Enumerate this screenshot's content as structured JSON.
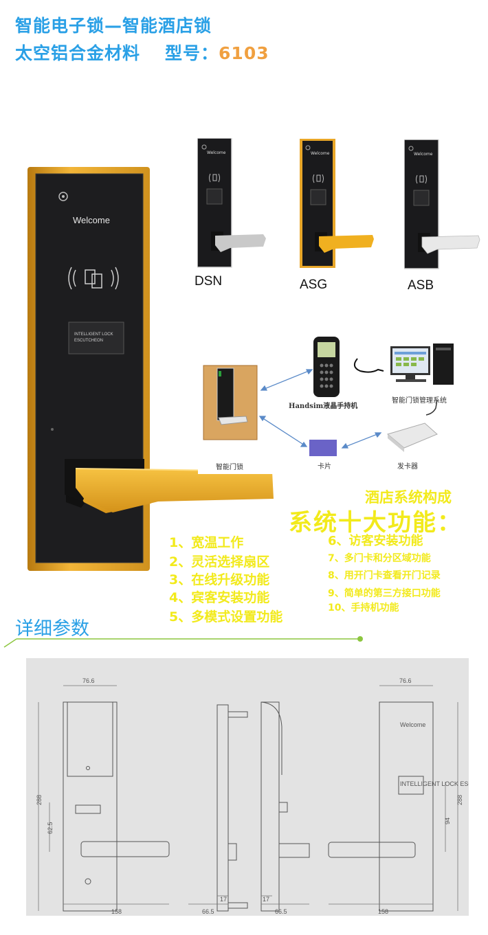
{
  "header": {
    "line1": "智能电子锁—智能酒店锁",
    "line2_left": "太空铝合金材料",
    "model_label": "型号：",
    "model_number": "6103"
  },
  "main_lock": {
    "welcome": "Welcome",
    "plate_line1": "INTELLIGENT LOCK",
    "plate_line2": "ESCUTCHEON"
  },
  "variants": [
    {
      "label": "DSN",
      "welcome": "Welcome",
      "handle_color": "#c9c9c9",
      "frame_color": "#d8d8d8"
    },
    {
      "label": "ASG",
      "welcome": "Welcome",
      "handle_color": "#f0b020",
      "frame_color": "#e8a628"
    },
    {
      "label": "ASB",
      "welcome": "Welcome",
      "handle_color": "#e8e8e8",
      "frame_color": "#cfcfcf"
    }
  ],
  "diagram": {
    "door_lock": "智能门锁",
    "handheld": "Handsim液晶手持机",
    "management": "智能门锁管理系统",
    "card": "卡片",
    "issuer": "发卡器"
  },
  "functions": {
    "system_title": "酒店系统构成",
    "title": "系统十大功能：",
    "left": [
      "1、宽温工作",
      "2、灵活选择扇区",
      "3、在线升级功能",
      "4、宾客安装功能",
      "5、多模式设置功能"
    ],
    "right": [
      "6、访客安装功能",
      "7、多门卡和分区域功能",
      "8、用开门卡查看开门记录",
      "9、简单的第三方接口功能",
      "10、手持机功能"
    ]
  },
  "section": {
    "title": "详细参数"
  },
  "drawing": {
    "width_top_left": "76.6",
    "width_top_right": "76.6",
    "height_left": "288",
    "height_right": "288",
    "inner_left": "62.5",
    "inner_right": "94",
    "bottom_left": "158",
    "bottom_side1": "66.5",
    "bottom_side2": "66.5",
    "bottom_right": "158",
    "thickness1": "17",
    "thickness2": "17",
    "welcome": "Welcome",
    "plate_text": "INTELLIGENT LOCK ESCUTCHEON"
  },
  "colors": {
    "header_blue": "#2aa0e6",
    "model_orange": "#f0a040",
    "function_yellow": "#f2ea1c",
    "gold": "#e8a628",
    "section_green": "#8cc63f"
  }
}
